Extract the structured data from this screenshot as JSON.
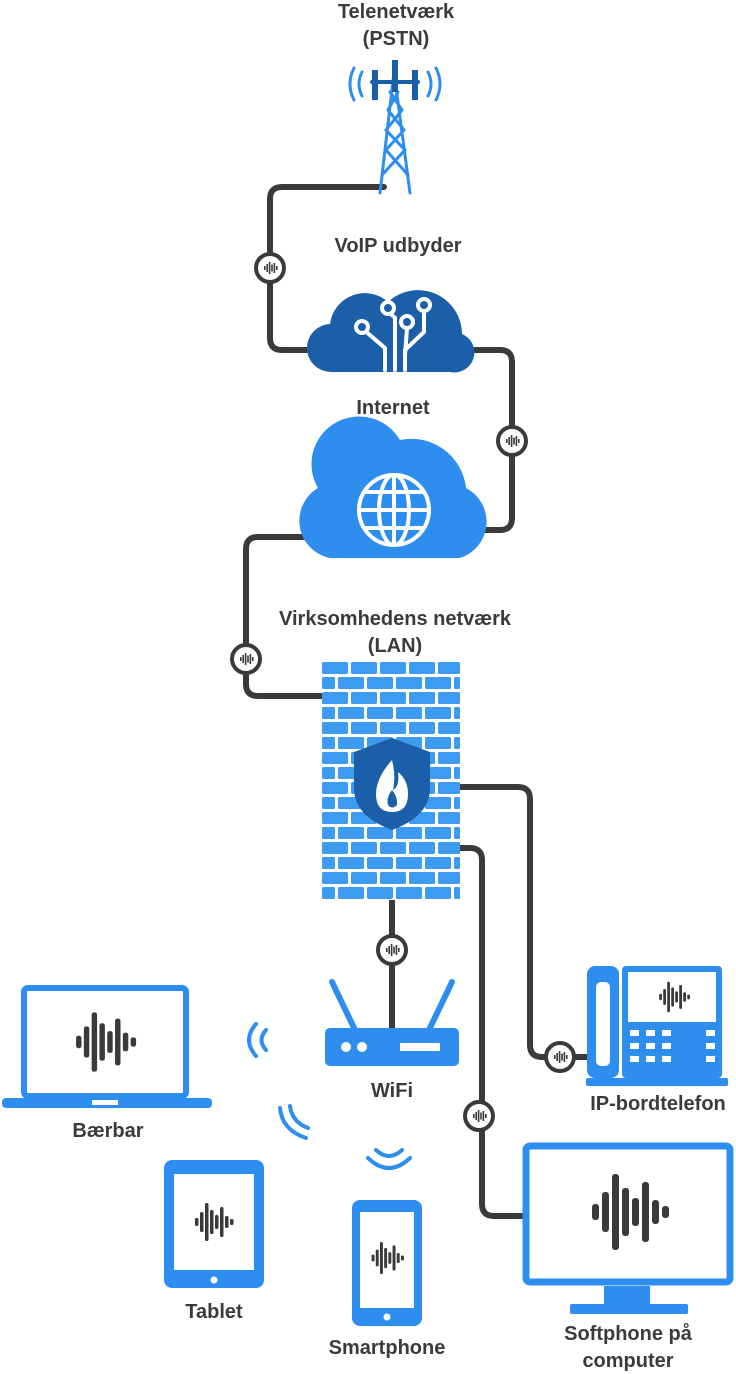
{
  "colors": {
    "wire": "#3a3a3a",
    "blue": "#2e8ef0",
    "dark_blue": "#1b5fa8",
    "light_blue": "#3d9bf2",
    "label": "#3b3b3b"
  },
  "labels": {
    "pstn_line1": "Telenetværk",
    "pstn_line2": "(PSTN)",
    "voip": "VoIP udbyder",
    "internet": "Internet",
    "lan_line1": "Virksomhedens netværk",
    "lan_line2": "(LAN)",
    "wifi": "WiFi",
    "laptop": "Bærbar",
    "tablet": "Tablet",
    "smartphone": "Smartphone",
    "desk_phone": "IP-bordtelefon",
    "softphone_line1": "Softphone på",
    "softphone_line2": "computer"
  },
  "icons": [
    "cell-tower-icon",
    "cloud-circuit-icon",
    "cloud-globe-icon",
    "firewall-icon",
    "shield-flame-icon",
    "router-icon",
    "laptop-icon",
    "tablet-icon",
    "smartphone-icon",
    "desk-phone-icon",
    "monitor-icon",
    "wifi-signal-icon",
    "audio-wave-icon"
  ]
}
